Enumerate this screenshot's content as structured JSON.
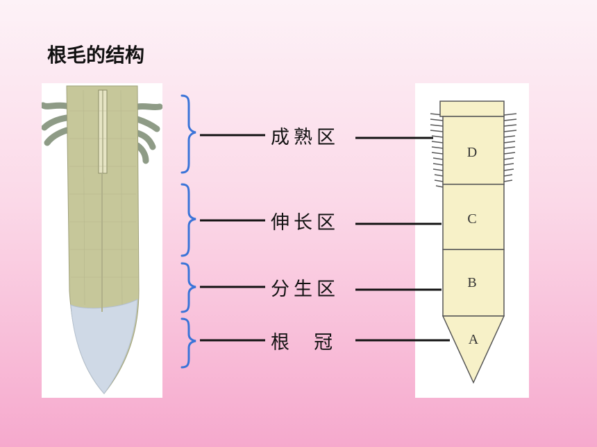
{
  "title": "根毛的结构",
  "zones": [
    {
      "label": "成熟区",
      "letter": "D"
    },
    {
      "label": "伸长区",
      "letter": "C"
    },
    {
      "label": "分生区",
      "letter": "B"
    },
    {
      "label": "根  冠",
      "letter": "A"
    }
  ],
  "colors": {
    "bracket": "#3a74d8",
    "root_fill": "#f7f1c8",
    "root_stroke": "#555555",
    "photo_tissue": "#c6c79a",
    "photo_cap": "#cfd9e6"
  }
}
